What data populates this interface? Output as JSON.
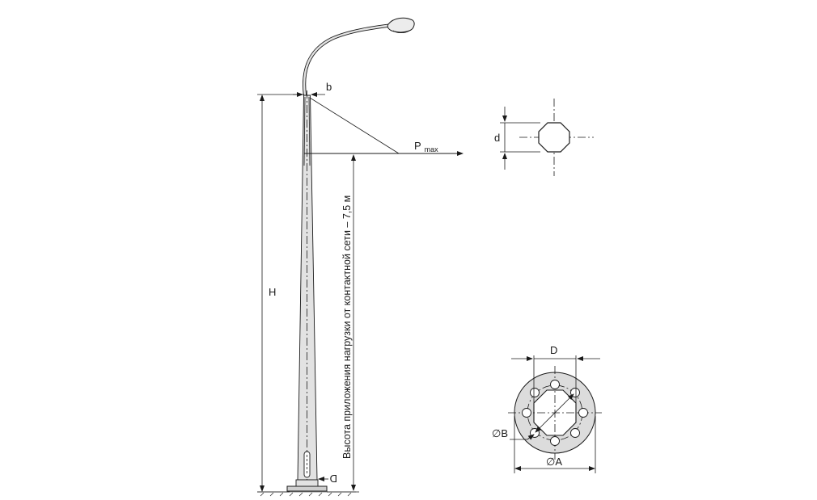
{
  "labels": {
    "height": "H",
    "arm_offset": "b",
    "load_main": "P",
    "load_sub": "max",
    "base_diameter": "D",
    "section_size": "d",
    "flange_bolt_circle": "D",
    "flange_bolt_hole": "∅B",
    "flange_outer": "∅A",
    "load_height_note": "Высота приложения нагрузки от контактной сети – 7,5 м"
  }
}
